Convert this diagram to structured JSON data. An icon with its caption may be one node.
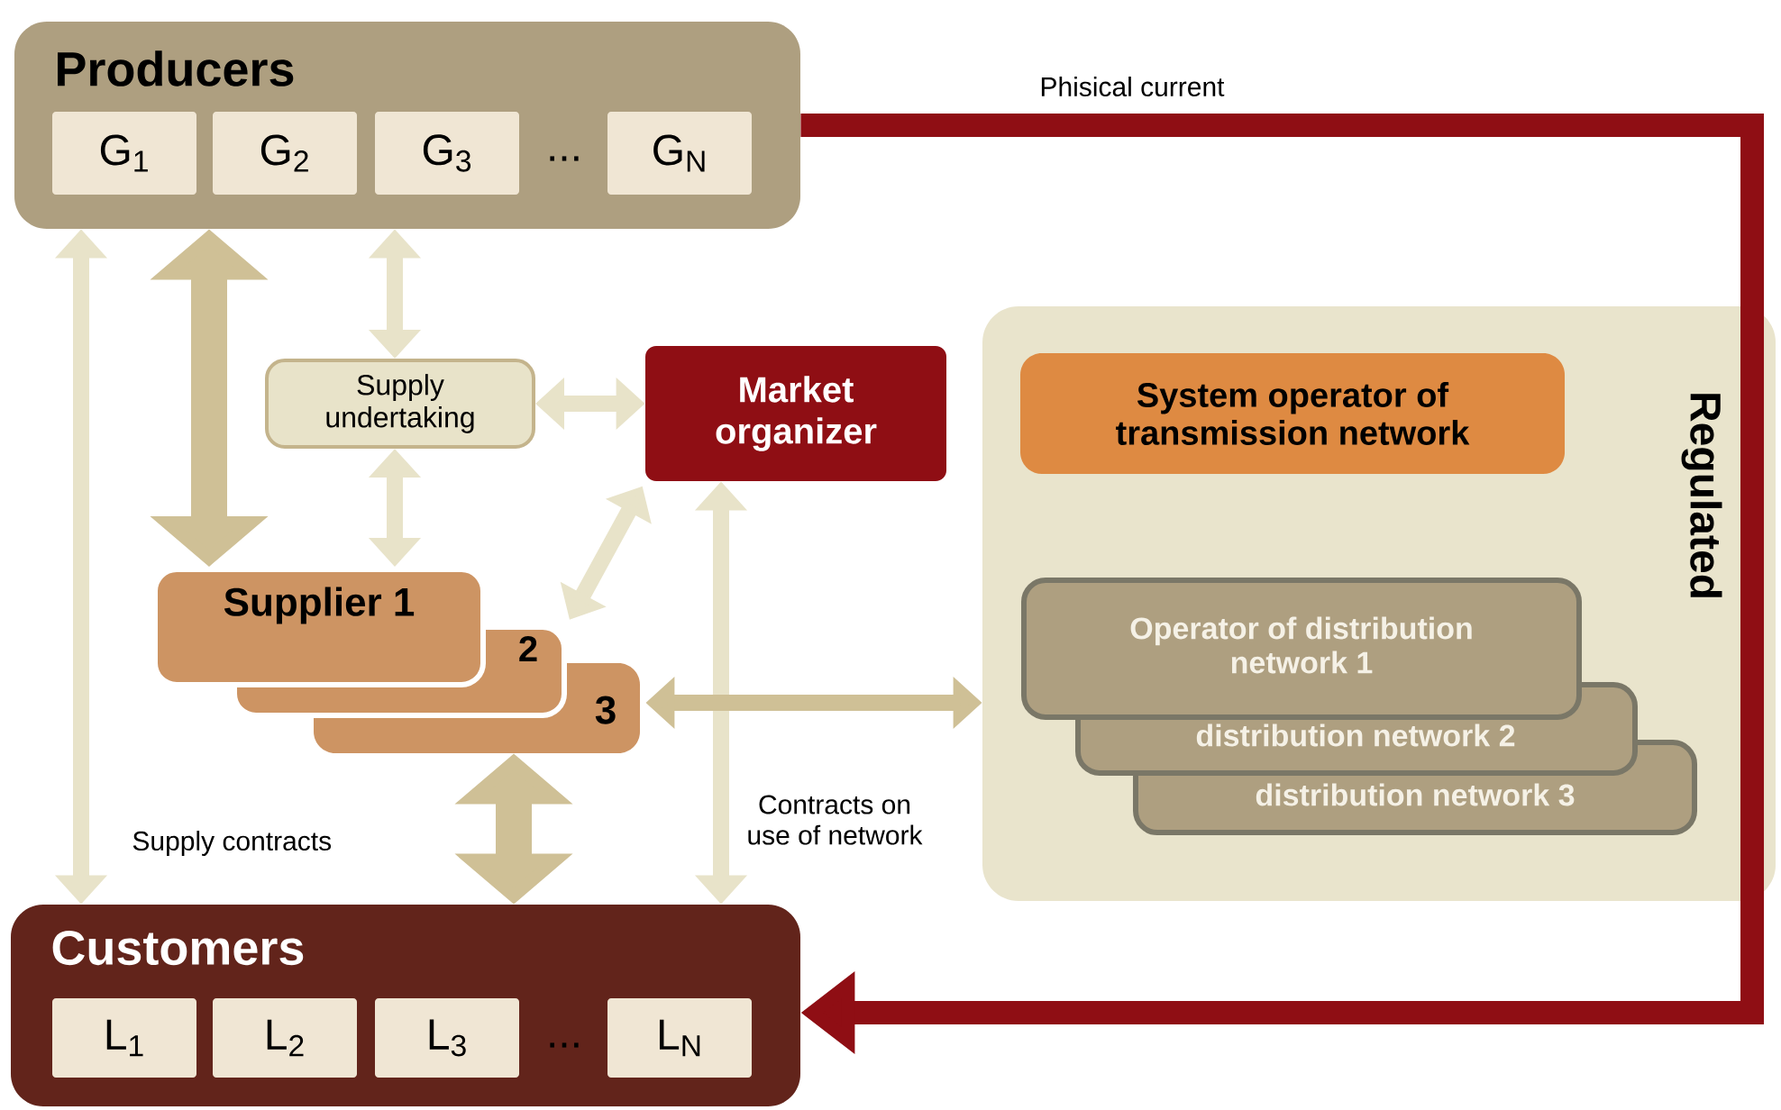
{
  "diagram": {
    "nodes": [
      {
        "text": [
          "Producers"
        ]
      },
      {
        "text": [
          "G$_{1}$"
        ],
        "in": 0
      },
      {
        "text": [
          "G$_{2}$"
        ],
        "in": 0
      },
      {
        "text": [
          "G$_{3}$"
        ],
        "in": 0
      },
      {
        "text": [
          "G$_{N}$"
        ],
        "in": 0
      },
      {
        "text": [
          "Customers"
        ]
      },
      {
        "text": [
          "L$_{1}$"
        ],
        "in": 5
      },
      {
        "text": [
          "L$_{2}$"
        ],
        "in": 5
      },
      {
        "text": [
          "L$_{3}$"
        ],
        "in": 5
      },
      {
        "text": [
          "L$_{N}$"
        ],
        "in": 5
      },
      {
        "text": [
          "Supply undertaking"
        ]
      },
      {
        "text": [
          "Market organizer"
        ]
      },
      {
        "text": [
          "Supplier 1"
        ]
      },
      {
        "text": [
          "2"
        ]
      },
      {
        "text": [
          "3"
        ]
      },
      {
        "text": [
          "Regulated"
        ]
      },
      {
        "text": [
          "System operator of transmission network"
        ],
        "in": 15
      },
      {
        "text": [
          "Operator of distribution network 1"
        ],
        "in": 15
      },
      {
        "text": [
          "distribution network 2"
        ],
        "in": 15
      },
      {
        "text": [
          "distribution network 3"
        ],
        "in": 15
      }
    ],
    "edges": [
      {
        "from": 0,
        "to": 5,
        "arrow": "both",
        "label": "Supply contracts"
      },
      {
        "from": 0,
        "to": 12,
        "arrow": "both",
        "style": "thick",
        "color": "#cfc096"
      },
      {
        "from": 0,
        "to": 10,
        "arrow": "both"
      },
      {
        "from": 10,
        "to": 11,
        "arrow": "both"
      },
      {
        "from": 10,
        "to": 12,
        "arrow": "both"
      },
      {
        "from": 11,
        "to": 13,
        "arrow": "both"
      },
      {
        "from": 11,
        "to": 5,
        "arrow": "both",
        "label": "Contracts on use of network"
      },
      {
        "from": 14,
        "to": 15,
        "arrow": "both",
        "color": "#cfc096"
      },
      {
        "from": 14,
        "to": 5,
        "arrow": "both",
        "style": "thick",
        "color": "#cfc096"
      },
      {
        "from": 0,
        "to": 5,
        "arrow": "to",
        "color": "#8f0e14",
        "label": "Phisical current"
      }
    ],
    "labels": [
      "...",
      "..."
    ]
  }
}
